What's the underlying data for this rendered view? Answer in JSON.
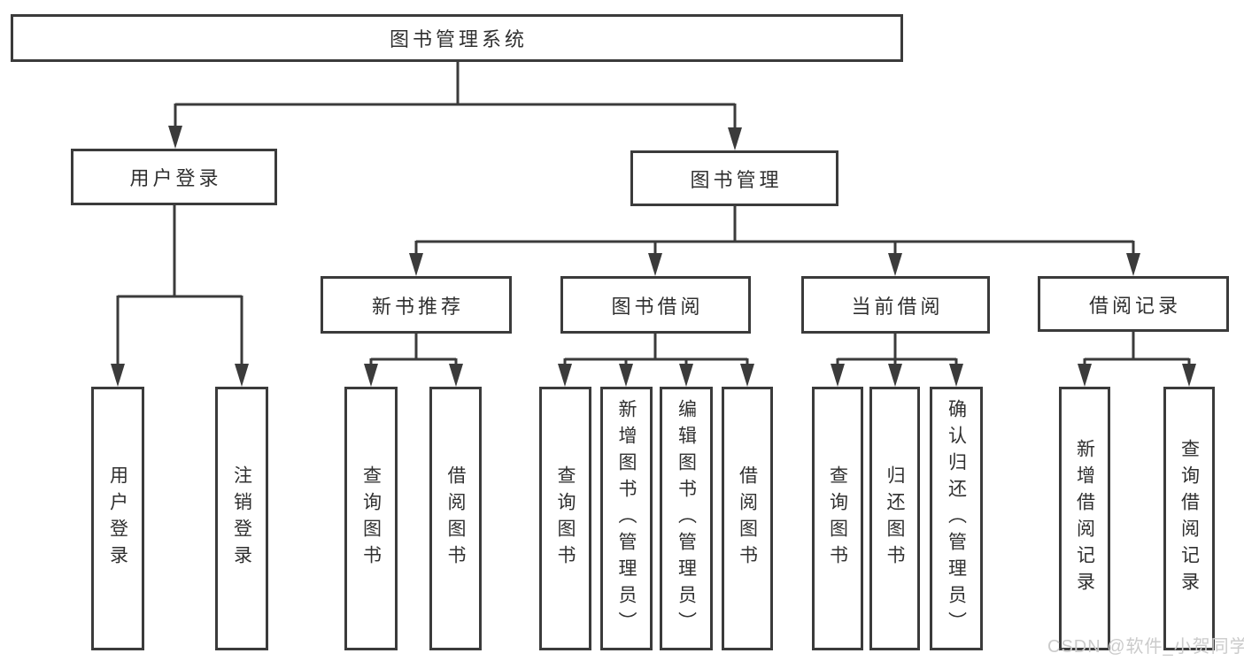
{
  "diagram_title": "图书管理系统",
  "tree": {
    "label": "图书管理系统",
    "children": [
      {
        "label": "用户登录",
        "children": [
          {
            "label": "用户登录"
          },
          {
            "label": "注销登录"
          }
        ]
      },
      {
        "label": "图书管理",
        "children": [
          {
            "label": "新书推荐",
            "children": [
              {
                "label": "查询图书"
              },
              {
                "label": "借阅图书"
              }
            ]
          },
          {
            "label": "图书借阅",
            "children": [
              {
                "label": "查询图书"
              },
              {
                "label": "新增图书（管理员）"
              },
              {
                "label": "编辑图书（管理员）"
              },
              {
                "label": "借阅图书"
              }
            ]
          },
          {
            "label": "当前借阅",
            "children": [
              {
                "label": "查询图书"
              },
              {
                "label": "归还图书"
              },
              {
                "label": "确认归还（管理员）"
              }
            ]
          },
          {
            "label": "借阅记录",
            "children": [
              {
                "label": "新增借阅记录"
              },
              {
                "label": "查询借阅记录"
              }
            ]
          }
        ]
      }
    ]
  },
  "watermark": {
    "text": "CSDN @软件_小贺同学"
  },
  "colors": {
    "line": "#3b3b3b",
    "box_border": "#3b3b3b",
    "box_fill": "#ffffff",
    "text": "#303030",
    "watermark": "#cbcbcb",
    "background": "#ffffff"
  }
}
